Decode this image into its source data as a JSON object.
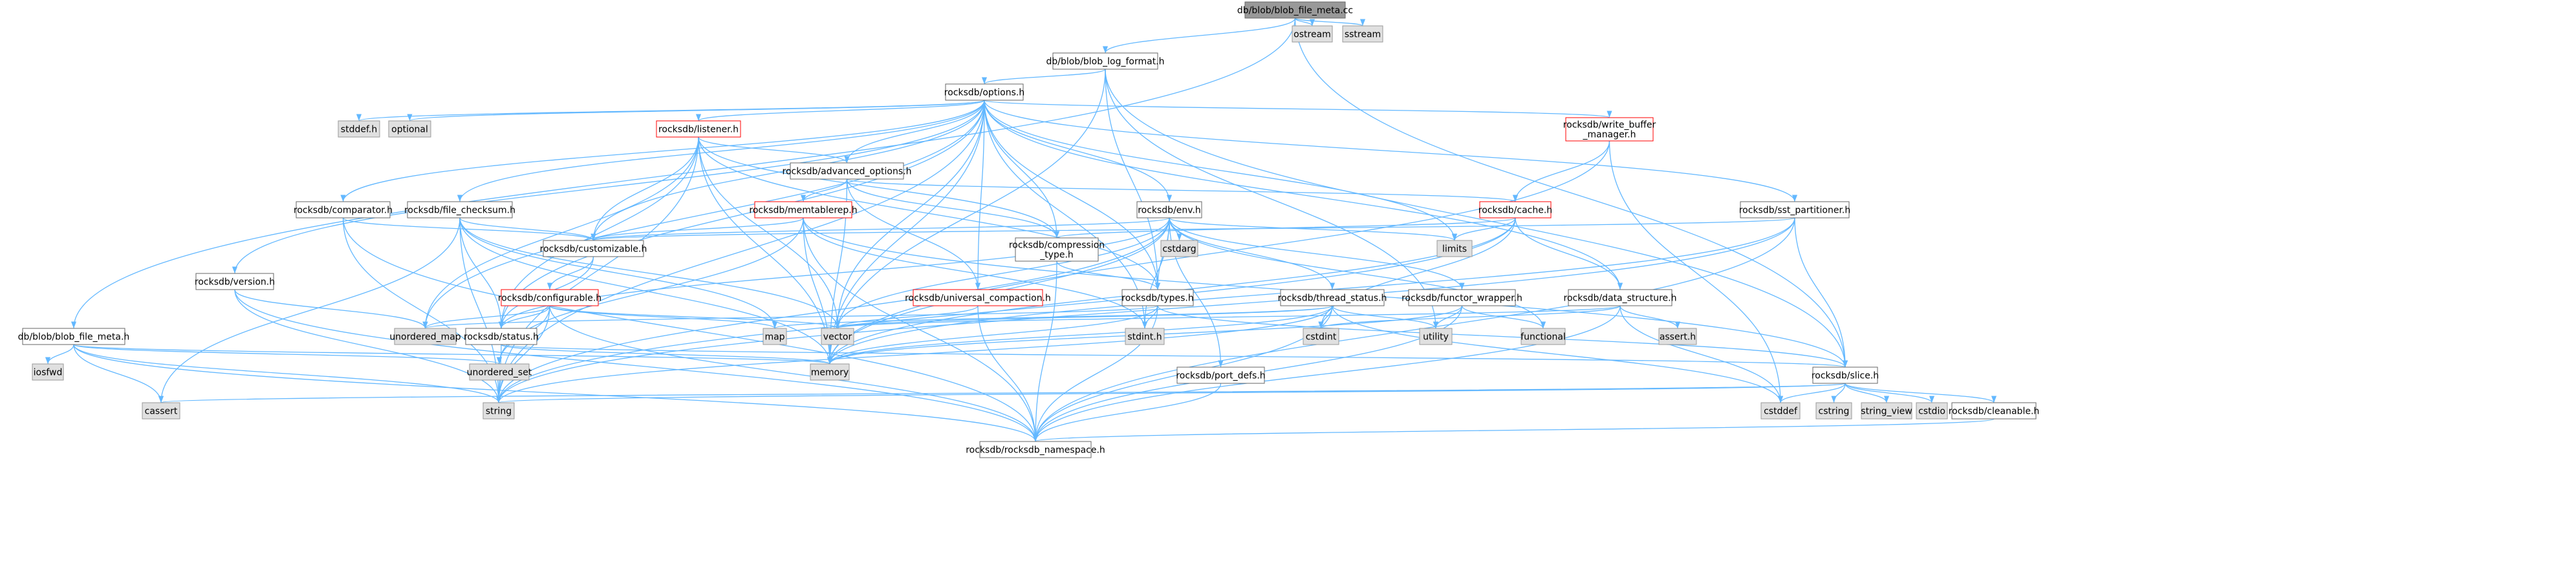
{
  "title": "db/blob/blob_file_meta.cc",
  "colors": {
    "edge": "#63b8ff",
    "root_fill": "#999999",
    "system_fill": "#e0e0e0",
    "system_border": "#999999",
    "local_fill": "#ffffff",
    "local_border": "#666666",
    "truncated_border": "#ff0000",
    "text": "#000000"
  },
  "nodes": [
    {
      "id": "root",
      "label": "db/blob/blob_file_meta.cc",
      "kind": "root"
    },
    {
      "id": "blob_log_format",
      "label": "db/blob/blob_log_format.h",
      "kind": "local"
    },
    {
      "id": "ostream",
      "label": "ostream",
      "kind": "system"
    },
    {
      "id": "sstream",
      "label": "sstream",
      "kind": "system"
    },
    {
      "id": "options",
      "label": "rocksdb/options.h",
      "kind": "local"
    },
    {
      "id": "blob_file_meta_h",
      "label": "db/blob/blob_file_meta.h",
      "kind": "local"
    },
    {
      "id": "stddef_h",
      "label": "stddef.h",
      "kind": "system"
    },
    {
      "id": "optional",
      "label": "optional",
      "kind": "system"
    },
    {
      "id": "listener",
      "label": "rocksdb/listener.h",
      "kind": "truncated"
    },
    {
      "id": "write_buffer_manager",
      "label": "rocksdb/write_buffer\n_manager.h",
      "kind": "truncated"
    },
    {
      "id": "advanced_options",
      "label": "rocksdb/advanced_options.h",
      "kind": "local"
    },
    {
      "id": "comparator",
      "label": "rocksdb/comparator.h",
      "kind": "local"
    },
    {
      "id": "file_checksum",
      "label": "rocksdb/file_checksum.h",
      "kind": "local"
    },
    {
      "id": "memtablerep",
      "label": "rocksdb/memtablerep.h",
      "kind": "truncated"
    },
    {
      "id": "env",
      "label": "rocksdb/env.h",
      "kind": "local"
    },
    {
      "id": "cache",
      "label": "rocksdb/cache.h",
      "kind": "truncated"
    },
    {
      "id": "sst_partitioner",
      "label": "rocksdb/sst_partitioner.h",
      "kind": "local"
    },
    {
      "id": "version",
      "label": "rocksdb/version.h",
      "kind": "local"
    },
    {
      "id": "customizable",
      "label": "rocksdb/customizable.h",
      "kind": "local"
    },
    {
      "id": "compression_type",
      "label": "rocksdb/compression\n_type.h",
      "kind": "local"
    },
    {
      "id": "limits",
      "label": "limits",
      "kind": "system"
    },
    {
      "id": "cstdarg",
      "label": "cstdarg",
      "kind": "system"
    },
    {
      "id": "configurable",
      "label": "rocksdb/configurable.h",
      "kind": "truncated"
    },
    {
      "id": "universal_compaction",
      "label": "rocksdb/universal_compaction.h",
      "kind": "truncated"
    },
    {
      "id": "types",
      "label": "rocksdb/types.h",
      "kind": "local"
    },
    {
      "id": "thread_status",
      "label": "rocksdb/thread_status.h",
      "kind": "local"
    },
    {
      "id": "functor_wrapper",
      "label": "rocksdb/functor_wrapper.h",
      "kind": "local"
    },
    {
      "id": "data_structure",
      "label": "rocksdb/data_structure.h",
      "kind": "local"
    },
    {
      "id": "unordered_map",
      "label": "unordered_map",
      "kind": "system"
    },
    {
      "id": "status",
      "label": "rocksdb/status.h",
      "kind": "local"
    },
    {
      "id": "map",
      "label": "map",
      "kind": "system"
    },
    {
      "id": "vector",
      "label": "vector",
      "kind": "system"
    },
    {
      "id": "stdint_h",
      "label": "stdint.h",
      "kind": "system"
    },
    {
      "id": "cstdint",
      "label": "cstdint",
      "kind": "system"
    },
    {
      "id": "utility",
      "label": "utility",
      "kind": "system"
    },
    {
      "id": "functional",
      "label": "functional",
      "kind": "system"
    },
    {
      "id": "assert_h",
      "label": "assert.h",
      "kind": "system"
    },
    {
      "id": "iosfwd",
      "label": "iosfwd",
      "kind": "system"
    },
    {
      "id": "unordered_set",
      "label": "unordered_set",
      "kind": "system"
    },
    {
      "id": "memory",
      "label": "memory",
      "kind": "system"
    },
    {
      "id": "port_defs",
      "label": "rocksdb/port_defs.h",
      "kind": "local"
    },
    {
      "id": "slice",
      "label": "rocksdb/slice.h",
      "kind": "local"
    },
    {
      "id": "cassert",
      "label": "cassert",
      "kind": "system"
    },
    {
      "id": "string",
      "label": "string",
      "kind": "system"
    },
    {
      "id": "cstddef",
      "label": "cstddef",
      "kind": "system"
    },
    {
      "id": "cstring",
      "label": "cstring",
      "kind": "system"
    },
    {
      "id": "string_view",
      "label": "string_view",
      "kind": "system"
    },
    {
      "id": "cstdio",
      "label": "cstdio",
      "kind": "system"
    },
    {
      "id": "cleanable",
      "label": "rocksdb/cleanable.h",
      "kind": "local"
    },
    {
      "id": "rocksdb_namespace",
      "label": "rocksdb/rocksdb_namespace.h",
      "kind": "local"
    }
  ],
  "edges": [
    [
      "root",
      "blob_log_format"
    ],
    [
      "root",
      "ostream"
    ],
    [
      "root",
      "sstream"
    ],
    [
      "root",
      "blob_file_meta_h"
    ],
    [
      "root",
      "slice"
    ],
    [
      "blob_log_format",
      "options"
    ],
    [
      "blob_log_format",
      "types"
    ],
    [
      "blob_log_format",
      "utility"
    ],
    [
      "blob_log_format",
      "memory"
    ],
    [
      "blob_log_format",
      "slice"
    ],
    [
      "options",
      "stddef_h"
    ],
    [
      "options",
      "optional"
    ],
    [
      "options",
      "listener"
    ],
    [
      "options",
      "write_buffer_manager"
    ],
    [
      "options",
      "advanced_options"
    ],
    [
      "options",
      "comparator"
    ],
    [
      "options",
      "file_checksum"
    ],
    [
      "options",
      "env"
    ],
    [
      "options",
      "sst_partitioner"
    ],
    [
      "options",
      "version"
    ],
    [
      "options",
      "customizable"
    ],
    [
      "options",
      "compression_type"
    ],
    [
      "options",
      "universal_compaction"
    ],
    [
      "options",
      "limits"
    ],
    [
      "options",
      "types"
    ],
    [
      "options",
      "data_structure"
    ],
    [
      "options",
      "unordered_map"
    ],
    [
      "options",
      "vector"
    ],
    [
      "options",
      "stdint_h"
    ],
    [
      "options",
      "memory"
    ],
    [
      "options",
      "string"
    ],
    [
      "options",
      "status"
    ],
    [
      "listener",
      "advanced_options"
    ],
    [
      "listener",
      "customizable"
    ],
    [
      "listener",
      "compression_type"
    ],
    [
      "listener",
      "status"
    ],
    [
      "listener",
      "types"
    ],
    [
      "listener",
      "unordered_map"
    ],
    [
      "listener",
      "vector"
    ],
    [
      "listener",
      "memory"
    ],
    [
      "listener",
      "string"
    ],
    [
      "write_buffer_manager",
      "cache"
    ],
    [
      "write_buffer_manager",
      "cstddef"
    ],
    [
      "write_buffer_manager",
      "memory"
    ],
    [
      "advanced_options",
      "memtablerep"
    ],
    [
      "advanced_options",
      "cache"
    ],
    [
      "advanced_options",
      "compression_type"
    ],
    [
      "advanced_options",
      "universal_compaction"
    ],
    [
      "advanced_options",
      "memory"
    ],
    [
      "comparator",
      "customizable"
    ],
    [
      "comparator",
      "string"
    ],
    [
      "comparator",
      "rocksdb_namespace"
    ],
    [
      "file_checksum",
      "customizable"
    ],
    [
      "file_checksum",
      "status"
    ],
    [
      "file_checksum",
      "cassert"
    ],
    [
      "file_checksum",
      "map"
    ],
    [
      "file_checksum",
      "vector"
    ],
    [
      "file_checksum",
      "memory"
    ],
    [
      "file_checksum",
      "string"
    ],
    [
      "memtablerep",
      "customizable"
    ],
    [
      "memtablerep",
      "slice"
    ],
    [
      "memtablerep",
      "stdint_h"
    ],
    [
      "memtablerep",
      "memory"
    ],
    [
      "memtablerep",
      "unordered_set"
    ],
    [
      "memtablerep",
      "rocksdb_namespace"
    ],
    [
      "env",
      "customizable"
    ],
    [
      "env",
      "functor_wrapper"
    ],
    [
      "env",
      "status"
    ],
    [
      "env",
      "thread_status"
    ],
    [
      "env",
      "cstdarg"
    ],
    [
      "env",
      "limits"
    ],
    [
      "env",
      "types"
    ],
    [
      "env",
      "stdint_h"
    ],
    [
      "env",
      "functional"
    ],
    [
      "env",
      "memory"
    ],
    [
      "env",
      "string"
    ],
    [
      "env",
      "vector"
    ],
    [
      "env",
      "port_defs"
    ],
    [
      "cache",
      "compression_type"
    ],
    [
      "cache",
      "data_structure"
    ],
    [
      "cache",
      "limits"
    ],
    [
      "cache",
      "cstdint"
    ],
    [
      "cache",
      "memory"
    ],
    [
      "cache",
      "string"
    ],
    [
      "sst_partitioner",
      "customizable"
    ],
    [
      "sst_partitioner",
      "slice"
    ],
    [
      "sst_partitioner",
      "memory"
    ],
    [
      "sst_partitioner",
      "string"
    ],
    [
      "sst_partitioner",
      "rocksdb_namespace"
    ],
    [
      "version",
      "unordered_map"
    ],
    [
      "version",
      "string"
    ],
    [
      "version",
      "rocksdb_namespace"
    ],
    [
      "customizable",
      "configurable"
    ],
    [
      "customizable",
      "status"
    ],
    [
      "compression_type",
      "types"
    ],
    [
      "compression_type",
      "rocksdb_namespace"
    ],
    [
      "configurable",
      "status"
    ],
    [
      "configurable",
      "unordered_map"
    ],
    [
      "configurable",
      "unordered_set"
    ],
    [
      "configurable",
      "map"
    ],
    [
      "configurable",
      "vector"
    ],
    [
      "configurable",
      "string"
    ],
    [
      "configurable",
      "rocksdb_namespace"
    ],
    [
      "universal_compaction",
      "vector"
    ],
    [
      "universal_compaction",
      "rocksdb_namespace"
    ],
    [
      "types",
      "slice"
    ],
    [
      "types",
      "stdint_h"
    ],
    [
      "types",
      "memory"
    ],
    [
      "types",
      "unordered_map"
    ],
    [
      "types",
      "rocksdb_namespace"
    ],
    [
      "thread_status",
      "cstddef"
    ],
    [
      "thread_status",
      "cstdint"
    ],
    [
      "thread_status",
      "map"
    ],
    [
      "thread_status",
      "string"
    ],
    [
      "thread_status",
      "utility"
    ],
    [
      "thread_status",
      "vector"
    ],
    [
      "thread_status",
      "memory"
    ],
    [
      "thread_status",
      "rocksdb_namespace"
    ],
    [
      "functor_wrapper",
      "functional"
    ],
    [
      "functor_wrapper",
      "memory"
    ],
    [
      "functor_wrapper",
      "utility"
    ],
    [
      "functor_wrapper",
      "rocksdb_namespace"
    ],
    [
      "data_structure",
      "assert_h"
    ],
    [
      "data_structure",
      "cstddef"
    ],
    [
      "data_structure",
      "cstdint"
    ],
    [
      "data_structure",
      "vector"
    ],
    [
      "data_structure",
      "rocksdb_namespace"
    ],
    [
      "status",
      "memory"
    ],
    [
      "status",
      "string"
    ],
    [
      "status",
      "slice"
    ],
    [
      "port_defs",
      "rocksdb_namespace"
    ],
    [
      "blob_file_meta_h",
      "iosfwd"
    ],
    [
      "blob_file_meta_h",
      "memory"
    ],
    [
      "blob_file_meta_h",
      "cassert"
    ],
    [
      "blob_file_meta_h",
      "string"
    ],
    [
      "blob_file_meta_h",
      "unordered_set"
    ],
    [
      "blob_file_meta_h",
      "rocksdb_namespace"
    ],
    [
      "slice",
      "cassert"
    ],
    [
      "slice",
      "cstddef"
    ],
    [
      "slice",
      "cstring"
    ],
    [
      "slice",
      "string_view"
    ],
    [
      "slice",
      "cstdio"
    ],
    [
      "slice",
      "string"
    ],
    [
      "slice",
      "cleanable"
    ],
    [
      "cleanable",
      "rocksdb_namespace"
    ]
  ]
}
